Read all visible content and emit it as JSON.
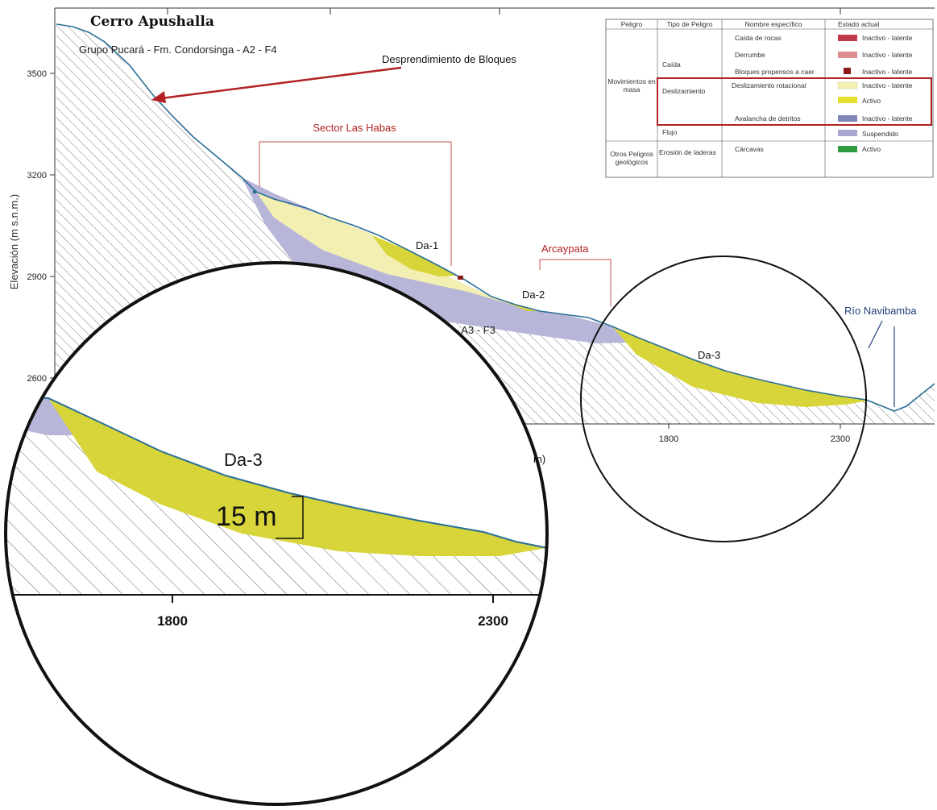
{
  "diagram": {
    "title": "Cerro Apushalla",
    "subtitle": "Grupo Pucará - Fm. Condorsinga - A2 - F4",
    "unit_lower": "- A3 - F3",
    "y_axis_title": "Elevación (m s.n.m.)",
    "x_axis_title_fragment": "m)",
    "y_ticks": [
      "3500",
      "3200",
      "2900",
      "2600"
    ],
    "x_ticks": [
      "1800",
      "2300"
    ],
    "annotations": {
      "blocks": "Desprendimiento de Bloques",
      "sector": "Sector Las Habas",
      "arcaypata": "Arcaypata",
      "river": "Río Navibamba"
    },
    "deposits": [
      "Da-1",
      "Da-2",
      "Da-3"
    ]
  },
  "legend": {
    "headers": [
      "Peligro",
      "Tipo de Peligro",
      "Nombre específico",
      "Estado actual"
    ],
    "groups": {
      "mass": "Movimientos en masa",
      "other": "Otros Peligros geológicos"
    },
    "types": {
      "fall": "Caída",
      "slide": "Deslizamiento",
      "flow": "Flujo",
      "erosion": "Erosión de laderas"
    },
    "rows": [
      {
        "name": "Caída de rocas",
        "status": "Inactivo - latente",
        "color": "#c0394a"
      },
      {
        "name": "Derrumbe",
        "status": "Inactivo - latente",
        "color": "#d98f8f"
      },
      {
        "name": "Bloques propensos a caer",
        "status": "Inactivo - latente",
        "color": "#8b1a1a"
      },
      {
        "name": "Deslizamiento rotacional",
        "status": "Inactivo - latente",
        "color": "#f3efb3"
      },
      {
        "name": "",
        "status": "Activo",
        "color": "#e3df2a"
      },
      {
        "name": "Avalancha de detritos",
        "status": "Inactivo - latente",
        "color": "#7f86b8"
      },
      {
        "name": "",
        "status": "Suspendido",
        "color": "#a9a6cf"
      },
      {
        "name": "Cárcavas",
        "status": "Activo",
        "color": "#2f9a3f"
      }
    ]
  },
  "zoom": {
    "label": "Da-3",
    "thickness": "15 m",
    "x_ticks": [
      "1800",
      "2300"
    ]
  },
  "colors": {
    "inactive_slide": "#f3efb3",
    "active_slide": "#d8d53a",
    "debris": "#b7b5d8",
    "profile": "#2a6f95",
    "red": "#b22222",
    "river": "#1f3f7a"
  }
}
